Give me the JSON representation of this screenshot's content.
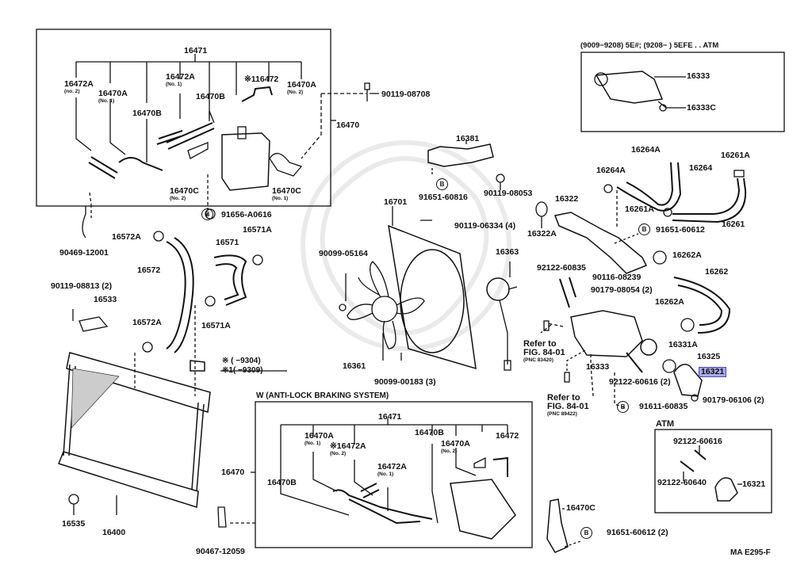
{
  "diagram": {
    "code": "MA E295-F",
    "highlight_color": "#a9a9e8",
    "highlight_border": "#4a4ab0",
    "top_left_group": {
      "title_part": "16471",
      "side_part": "16470",
      "labels": [
        {
          "part": "16472A",
          "sub": "(no. 2)"
        },
        {
          "part": "16470A",
          "sub": "(No. 1)"
        },
        {
          "part": "16470B",
          "sub": ""
        },
        {
          "part": "16472A",
          "sub": "(No. 1)"
        },
        {
          "part": "16470B",
          "sub": ""
        },
        {
          "part": "※116472",
          "sub": ""
        },
        {
          "part": "16470A",
          "sub": "(No. 2)"
        },
        {
          "part": "16470C",
          "sub": "(No. 2)"
        },
        {
          "part": "16470C",
          "sub": "(No. 1)"
        }
      ],
      "bolt": "90119-08708",
      "b_clip": "91656-A0616"
    },
    "top_right_box": {
      "header": "(9009−9208) 5E#; (9208−        ) 5EFE . . ATM",
      "parts": [
        "16333",
        "16333C"
      ]
    },
    "fan": {
      "shroud": "16701",
      "bracket": "16381",
      "bracket_clip": "91651-60816",
      "bracket_bolt": "90119-08053",
      "shroud_bolt": "90119-06334 (4)",
      "fan_nut": "90099-05164",
      "fan": "16361",
      "motor": "16363",
      "lower_bolt": "90099-00183 (3)"
    },
    "left_hoses": {
      "clip_mount": "90469-12001",
      "upper_clamp": "16572A",
      "upper_hose": "16572",
      "lower_clamp": "16572A",
      "bypass_hose": "16571",
      "bypass_clamp_top": "16571A",
      "bypass_clamp_bottom": "16571A",
      "bolt": "90119-08813 (2)",
      "bracket": "16533"
    },
    "radiator": {
      "radiator": "16400",
      "cushion": "16535",
      "clip": "90467-12059"
    },
    "notes": [
      {
        "mark": "※",
        "range": "(        −9304)"
      },
      {
        "mark": "※1",
        "range": "(        −9309)"
      }
    ],
    "abs_box": {
      "title": "W (ANTI-LOCK BRAKING SYSTEM)",
      "title_part": "16471",
      "side_part": "16470",
      "labels": [
        {
          "part": "16470A",
          "sub": "(No. 1)"
        },
        {
          "part": "※16472A",
          "sub": "(No. 2)"
        },
        {
          "part": "16472A",
          "sub": "(No. 1)"
        },
        {
          "part": "16470B",
          "sub": ""
        },
        {
          "part": "16470A",
          "sub": "(No. 2)"
        },
        {
          "part": "16472",
          "sub": ""
        },
        {
          "part": "16470B",
          "sub": ""
        }
      ],
      "bracket": "16470C",
      "bracket_clip": "91651-60612 (2)"
    },
    "water_outlet": {
      "hose_clamp_top": "16264A",
      "hose": "16264",
      "hose_clamp_left": "16264A",
      "hose2_clamp_top": "16261A",
      "hose2_clamp_left": "16261A",
      "hose2": "16261",
      "pipe": "16322",
      "gasket": "16322A",
      "pipe_clip": "91651-60612",
      "lower_clamp": "16262A",
      "lower_hose": "16262",
      "lower_clamp2": "16262A",
      "stud1": "92122-60835",
      "stud2": "90116-08239",
      "nut": "90179-08054 (2)",
      "refer1": {
        "line1": "Refer to",
        "line2": "FIG. 84-01",
        "pnc": "(PNC 83420)"
      },
      "refer2": {
        "line1": "Refer to",
        "line2": "FIG. 84-01",
        "pnc": "(PNC 89422)"
      },
      "housing": "16333",
      "thermostat": "16331A",
      "gasket2": "16325",
      "inlet": "16321",
      "stud3": "92122-60616 (2)",
      "nut2": "90179-06106 (2)",
      "b_clip": "91611-60835"
    },
    "atm_box": {
      "title": "ATM",
      "parts": [
        "92122-60616",
        "92122-60640",
        "16321"
      ]
    },
    "b_symbol": "B"
  }
}
